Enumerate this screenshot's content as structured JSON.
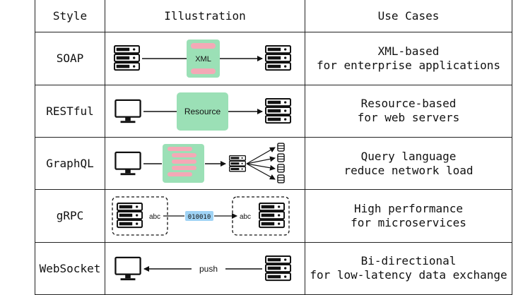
{
  "headers": {
    "style": "Style",
    "illustration": "Illustration",
    "use_cases": "Use Cases"
  },
  "rows": [
    {
      "style": "SOAP",
      "use_line1": "XML-based",
      "use_line2": "for enterprise applications",
      "box_label": "XML"
    },
    {
      "style": "RESTful",
      "use_line1": "Resource-based",
      "use_line2": "for web servers",
      "box_label": "Resource"
    },
    {
      "style": "GraphQL",
      "use_line1": "Query language",
      "use_line2": "reduce network load"
    },
    {
      "style": "gRPC",
      "use_line1": "High performance",
      "use_line2": "for microservices",
      "left_label": "abc",
      "binary_label": "010010",
      "right_label": "abc"
    },
    {
      "style": "WebSocket",
      "use_line1": "Bi-directional",
      "use_line2": "for low-latency data exchange",
      "arrow_label": "push"
    }
  ],
  "colors": {
    "box_green": "#9be0b6",
    "bar_pink": "#f4a9b6",
    "binary_blue": "#9fd3f5",
    "ink": "#111111"
  }
}
